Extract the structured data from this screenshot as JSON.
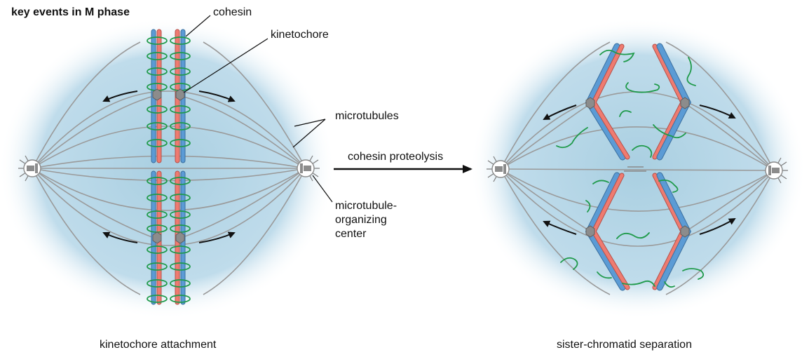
{
  "title": "key events in M phase",
  "labels": {
    "cohesin": "cohesin",
    "kinetochore": "kinetochore",
    "microtubules": "microtubules",
    "mtoc_line1": "microtubule-",
    "mtoc_line2": "organizing",
    "mtoc_line3": "center",
    "process": "cohesin proteolysis"
  },
  "captions": {
    "left": "kinetochore attachment",
    "right": "sister-chromatid separation"
  },
  "colors": {
    "background_glow": "#a9cfe1",
    "chromatid_blue": "#5b9bd5",
    "chromatid_red": "#ef7b70",
    "cohesin_green": "#1f9a4a",
    "microtubule_gray": "#9a9a9a",
    "kinetochore_gray": "#8c8c8c",
    "arrow_black": "#111111"
  }
}
